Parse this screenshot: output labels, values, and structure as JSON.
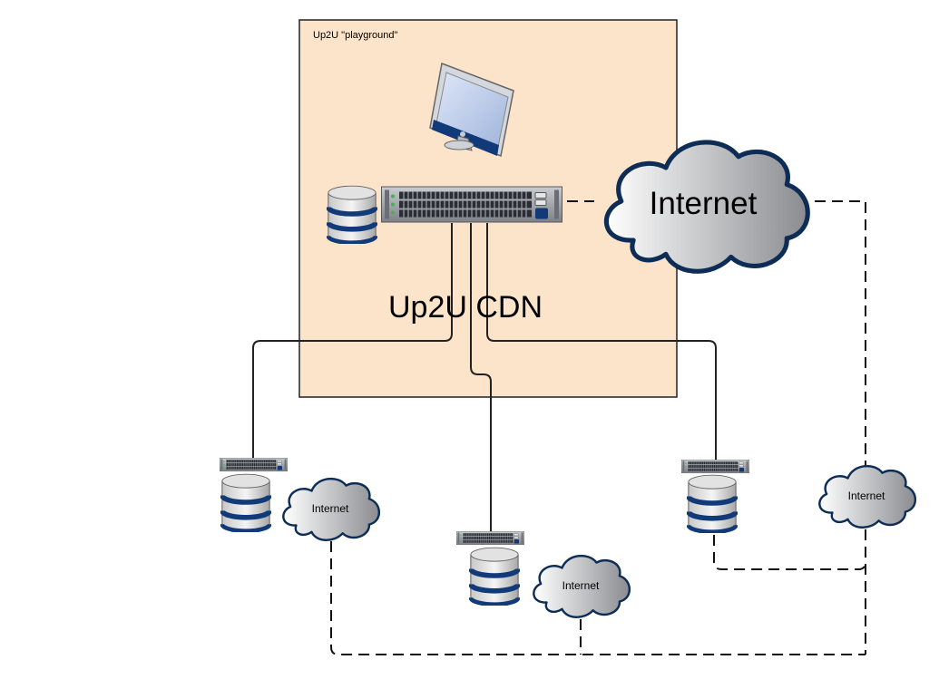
{
  "playground_label": "Up2U \"playground\"",
  "cdn_label": "Up2U CDN",
  "clouds": {
    "main": "Internet",
    "left": "Internet",
    "center": "Internet",
    "right": "Internet"
  },
  "icons": {
    "monitor": "monitor-icon",
    "main_switch": "rack-switch-icon",
    "main_storage": "database-icon",
    "cloud": "cloud-icon"
  },
  "colors": {
    "zone_fill": "#fce4cb",
    "switch_body": "#8b8f96",
    "switch_accent": "#123a78",
    "cloud_outline": "#0d2d57"
  }
}
